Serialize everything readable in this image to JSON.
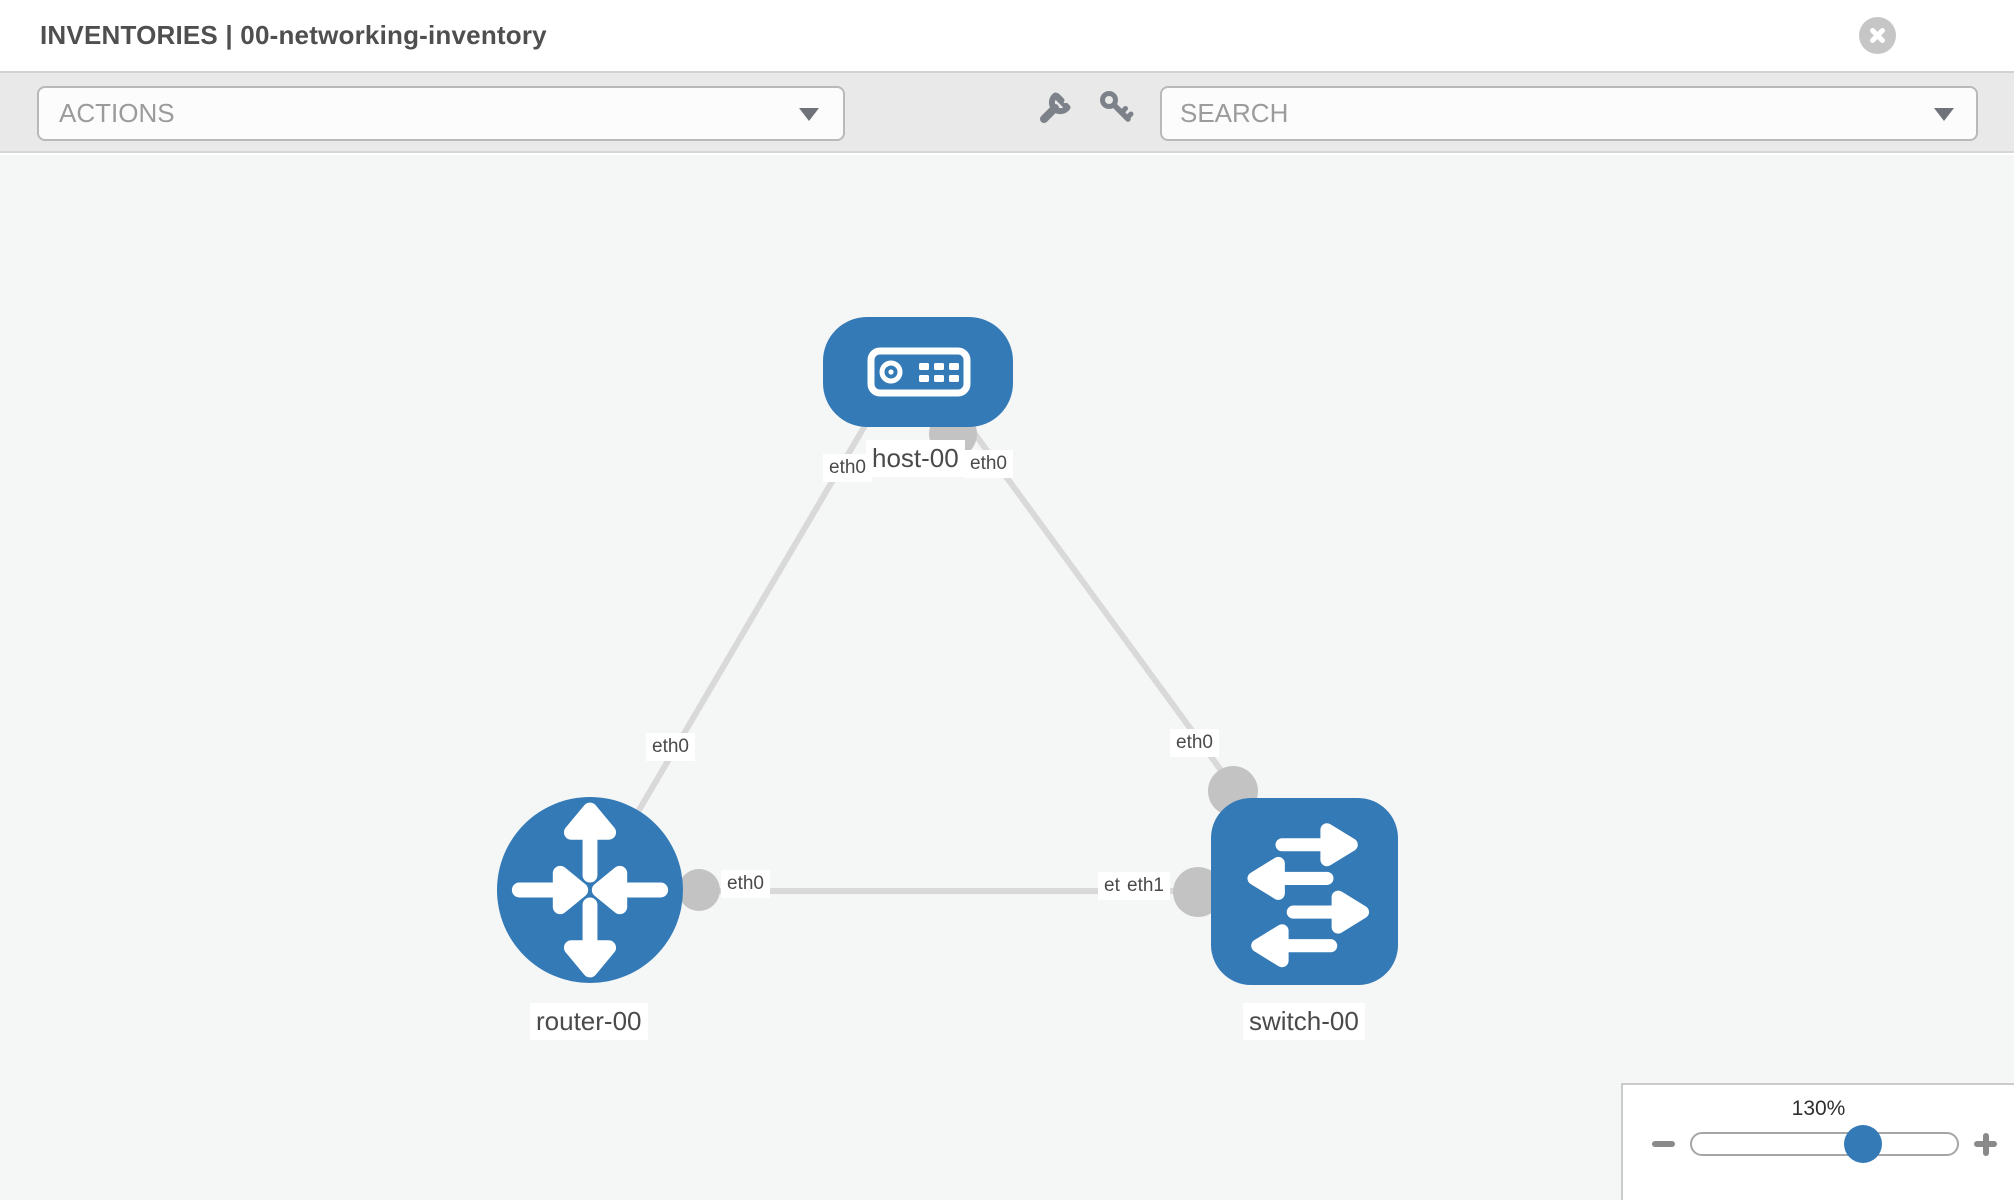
{
  "header": {
    "title": "INVENTORIES | 00-networking-inventory"
  },
  "toolbar": {
    "actions_label": "ACTIONS",
    "search_placeholder": "SEARCH"
  },
  "icons": {
    "close": "circle-x",
    "dropdown_caret": "caret-down",
    "wrench": "wrench",
    "key": "key",
    "zoom_out": "minus",
    "zoom_in": "plus",
    "host_glyph": "server-device",
    "router_glyph": "four-direction-arrows",
    "switch_glyph": "staggered-horizontal-arrows"
  },
  "topology": {
    "nodes": {
      "host": {
        "label": "host-00",
        "type": "host"
      },
      "router": {
        "label": "router-00",
        "type": "router"
      },
      "switch": {
        "label": "switch-00",
        "type": "switch"
      }
    },
    "interfaces": {
      "host_left": "eth0",
      "host_right": "eth0",
      "router_top": "eth0",
      "router_right": "eth0",
      "switch_top": "eth0",
      "switch_left_back": "eth0",
      "switch_left_front": "eth1"
    },
    "links": [
      {
        "from": "host-00",
        "from_interface": "eth0",
        "to": "router-00",
        "to_interface": "eth0"
      },
      {
        "from": "host-00",
        "from_interface": "eth0",
        "to": "switch-00",
        "to_interface": "eth0"
      },
      {
        "from": "router-00",
        "from_interface": "eth0",
        "to": "switch-00",
        "to_interface": "eth1"
      }
    ]
  },
  "zoom_control": {
    "level": "130%"
  },
  "colors": {
    "node_blue": "#337ab7",
    "link_gray": "#d9d9d9",
    "interface_gray": "#c3c3c3",
    "toolbar_bg": "#e9e9e9",
    "canvas_bg": "#f5f6f6",
    "title_text": "#4f4f4f"
  }
}
